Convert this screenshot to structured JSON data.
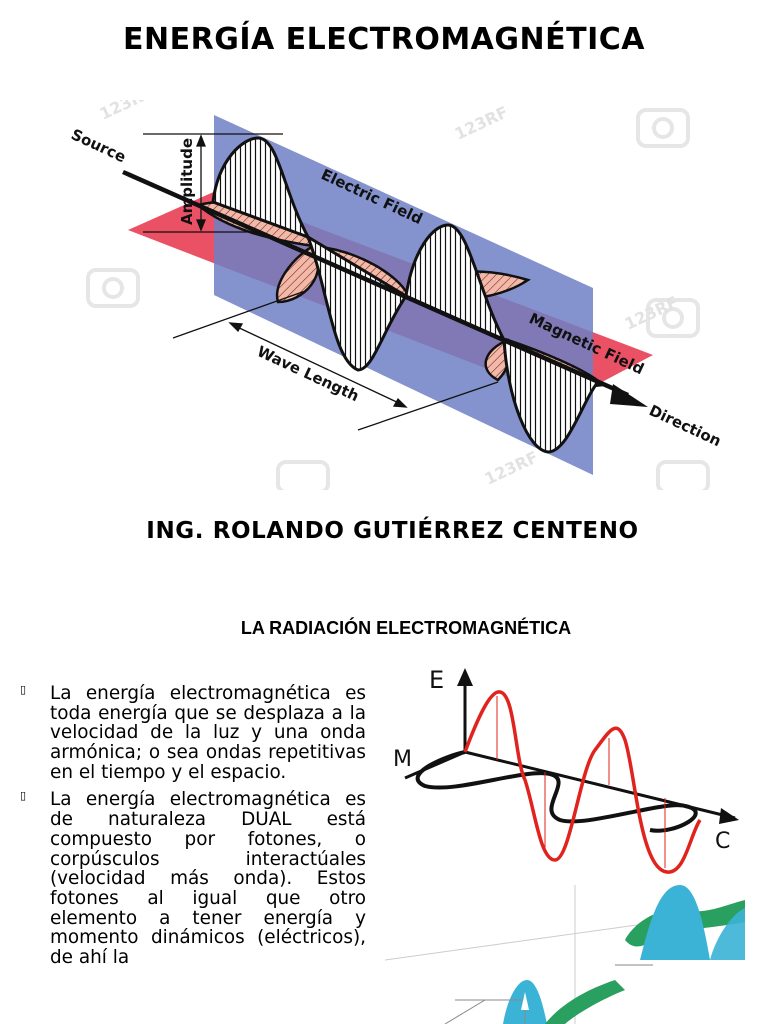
{
  "title": "ENERGÍA ELECTROMAGNÉTICA",
  "figure1": {
    "labels": {
      "source": "Source",
      "amplitude": "Amplitude",
      "electric_field": "Electric Field",
      "magnetic_field": "Magnetic Field",
      "wave_length": "Wave Length",
      "direction": "Direction"
    },
    "watermark": "123RF",
    "colors": {
      "electric_plane": "#6f7fc4",
      "magnetic_plane": "#e8334a",
      "wave_fill": "#f2b9a8"
    }
  },
  "author": "ING. ROLANDO GUTIÉRREZ CENTENO",
  "section_title": "LA RADIACIÓN ELECTROMAGNÉTICA",
  "bullets": [
    {
      "marker": "▯",
      "text": "La energía electromagnética es toda energía que se desplaza a la velocidad de la luz y una onda armónica; o sea ondas repetitivas en el tiempo y el espacio."
    },
    {
      "marker": "▯",
      "text": "La energía electromagnética es de naturaleza DUAL está compuesto por fotones, o corpúsculos interactúales (velocidad más onda). Estos fotones al igual que otro elemento a tener energía y momento dinámicos (eléctricos), de ahí la"
    }
  ],
  "figure2": {
    "labels": {
      "e_axis": "E",
      "m_axis": "M",
      "c_axis": "C"
    },
    "colors": {
      "electric_wave": "#e0231c",
      "magnetic_wave": "#111111",
      "wave_blue": "#3bb3d6",
      "wave_green": "#2aa060"
    }
  }
}
